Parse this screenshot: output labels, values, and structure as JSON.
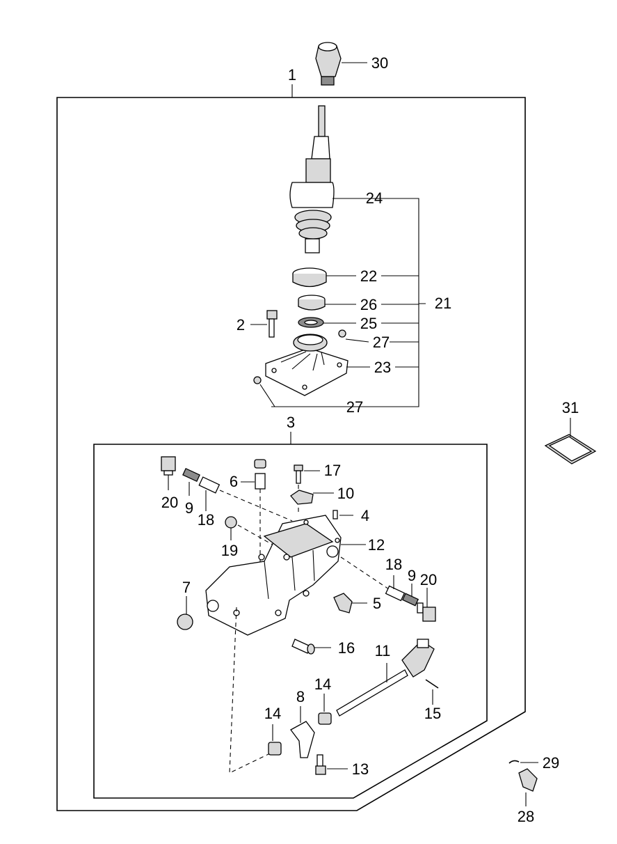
{
  "callouts": {
    "c1": "1",
    "c2": "2",
    "c3": "3",
    "c4": "4",
    "c5": "5",
    "c6": "6",
    "c7": "7",
    "c8": "8",
    "c9a": "9",
    "c9b": "9",
    "c10": "10",
    "c11": "11",
    "c12": "12",
    "c13": "13",
    "c14a": "14",
    "c14b": "14",
    "c15": "15",
    "c16": "16",
    "c17": "17",
    "c18a": "18",
    "c18b": "18",
    "c19": "19",
    "c20a": "20",
    "c20b": "20",
    "c21": "21",
    "c22": "22",
    "c23": "23",
    "c24": "24",
    "c25": "25",
    "c26": "26",
    "c27a": "27",
    "c27b": "27",
    "c28": "28",
    "c29": "29",
    "c30": "30",
    "c31": "31"
  }
}
